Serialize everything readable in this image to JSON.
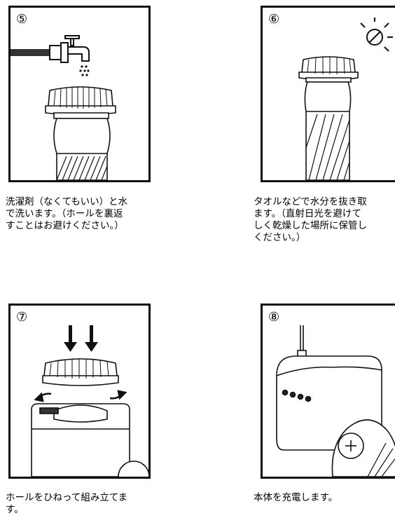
{
  "steps": [
    {
      "number": "⑤",
      "caption": "洗濯剤（なくてもいい）と水\nで洗います。（ホールを裏返\nすことはお避けください。）",
      "icon": "water-faucet"
    },
    {
      "number": "⑥",
      "caption": "タオルなどで水分を抜き取\nます。（直射日光を避けて\nしく乾燥した場所に保管し\nください。）",
      "icon": "no-sunlight"
    },
    {
      "number": "⑦",
      "caption": "ホールをひねって組み立てま\nす。",
      "icon": "assemble-arrows"
    },
    {
      "number": "⑧",
      "caption": "本体を充電します。",
      "icon": "charging-cable"
    }
  ]
}
